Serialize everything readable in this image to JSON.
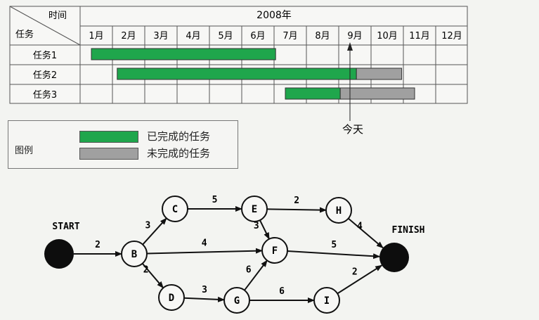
{
  "gantt": {
    "header_time": "时间",
    "header_task": "任务",
    "year": "2008年",
    "months": [
      "1月",
      "2月",
      "3月",
      "4月",
      "5月",
      "6月",
      "7月",
      "8月",
      "9月",
      "10月",
      "11月",
      "12月"
    ],
    "tasks": [
      {
        "label": "任务1",
        "done": [
          1.0,
          6.7
        ],
        "todo": null
      },
      {
        "label": "任务2",
        "done": [
          1.8,
          9.2
        ],
        "todo": [
          9.2,
          10.6
        ]
      },
      {
        "label": "任务3",
        "done": [
          7.0,
          8.7
        ],
        "todo": [
          8.7,
          11.0
        ]
      }
    ],
    "today_label": "今天",
    "today_month": 9.0,
    "colors": {
      "done": "#1fa64c",
      "todo": "#a0a0a0"
    }
  },
  "legend": {
    "title": "图例",
    "done_label": "已完成的任务",
    "todo_label": "未完成的任务"
  },
  "network": {
    "nodes": [
      {
        "id": "START",
        "label": "START",
        "filled": true
      },
      {
        "id": "B",
        "label": "B",
        "filled": false
      },
      {
        "id": "C",
        "label": "C",
        "filled": false
      },
      {
        "id": "D",
        "label": "D",
        "filled": false
      },
      {
        "id": "E",
        "label": "E",
        "filled": false
      },
      {
        "id": "F",
        "label": "F",
        "filled": false
      },
      {
        "id": "G",
        "label": "G",
        "filled": false
      },
      {
        "id": "H",
        "label": "H",
        "filled": false
      },
      {
        "id": "I",
        "label": "I",
        "filled": false
      },
      {
        "id": "FINISH",
        "label": "FINISH",
        "filled": true
      }
    ],
    "edges": [
      {
        "from": "START",
        "to": "B",
        "weight": "2"
      },
      {
        "from": "B",
        "to": "C",
        "weight": "3"
      },
      {
        "from": "B",
        "to": "F",
        "weight": "4"
      },
      {
        "from": "B",
        "to": "D",
        "weight": "2"
      },
      {
        "from": "C",
        "to": "E",
        "weight": "5"
      },
      {
        "from": "E",
        "to": "H",
        "weight": "2"
      },
      {
        "from": "E",
        "to": "F",
        "weight": "3"
      },
      {
        "from": "H",
        "to": "FINISH",
        "weight": "4"
      },
      {
        "from": "F",
        "to": "FINISH",
        "weight": "5"
      },
      {
        "from": "D",
        "to": "G",
        "weight": "3"
      },
      {
        "from": "G",
        "to": "F",
        "weight": "6"
      },
      {
        "from": "G",
        "to": "I",
        "weight": "6"
      },
      {
        "from": "I",
        "to": "FINISH",
        "weight": "2"
      }
    ]
  }
}
